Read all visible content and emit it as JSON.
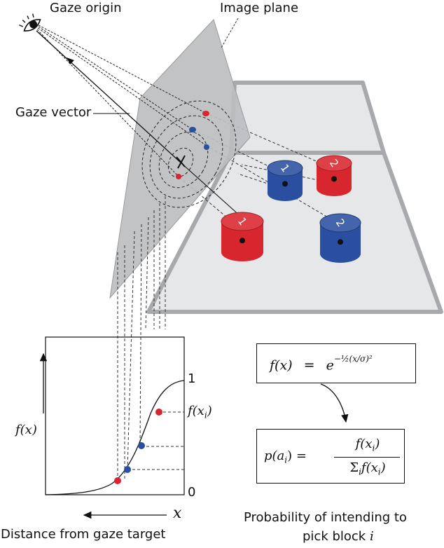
{
  "labels": {
    "gaze_origin": "Gaze origin",
    "image_plane": "Image plane",
    "gaze_vector": "Gaze vector",
    "fx_axis": "f(x)",
    "fx_i": "f(x",
    "fx_i_sub": "i",
    "fx_i_close": ")",
    "tick_one": "1",
    "tick_zero": "0",
    "x_axis": "x",
    "distance_caption": "Distance from gaze target",
    "probability_caption_line1": "Probability of intending to",
    "probability_caption_line2": "pick block",
    "probability_caption_var": "i"
  },
  "equation1": {
    "lhs": "f(x)",
    "eq": "=",
    "base": "e",
    "exponent": "−½(x/σ)²"
  },
  "equation2": {
    "lhs": "p(a",
    "lhs_sub": "i",
    "lhs_close": ") =",
    "numerator": "f(x",
    "numerator_sub": "i",
    "numerator_close": ")",
    "denominator": "Σ",
    "denominator_sub": "i",
    "denominator_rest": "f(x",
    "denominator_rest_sub": "i",
    "denominator_close": ")"
  },
  "blocks": [
    {
      "label": "1",
      "color": "#2b4fa0"
    },
    {
      "label": "2",
      "color": "#d8262e"
    },
    {
      "label": "1",
      "color": "#d8262e"
    },
    {
      "label": "2",
      "color": "#2b4fa0"
    }
  ],
  "colors": {
    "red": "#d8262e",
    "blue": "#2b4fa0",
    "table": "#e6e7e8",
    "table_border": "#a7a9ac",
    "plane": "#bcbec0"
  },
  "icons": {
    "eye": "eye-icon"
  }
}
